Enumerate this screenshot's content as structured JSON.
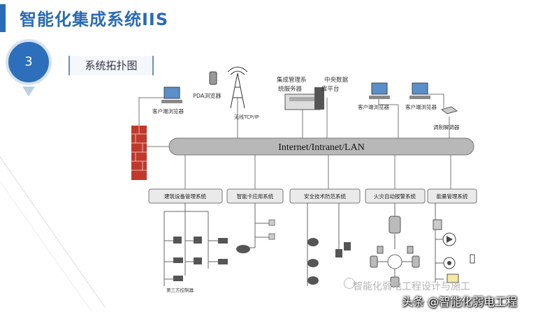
{
  "slide": {
    "title": "智能化集成系统IIS",
    "section_number": "3",
    "section_label": "系统拓扑图"
  },
  "diagram": {
    "clients": {
      "client_left": "客户端浏览器",
      "pda": "PDA浏览器",
      "wireless": "无线TCP/IP",
      "server": "集成管理系统服务器",
      "database": "中央数据库平台",
      "client_right1": "客户端浏览器",
      "client_right2": "客户端浏览器",
      "modem": "调制解调器"
    },
    "backbone": "Internet/Intranet/LAN",
    "subsystems": {
      "building": "建筑设备管理系统",
      "smartcard": "智能卡应用系统",
      "security": "安全技术防范系统",
      "fire": "火灾自动报警系统",
      "energy": "能量管理系统"
    },
    "third_party": "第三方控制器"
  },
  "watermark": {
    "account": "智能化弱电工程设计与施工",
    "toutiao": "头条 @智能化弱电工程"
  },
  "colors": {
    "accent": "#2a6bb5",
    "firewall": "#c0392b",
    "bus": "#b8b8b8"
  }
}
